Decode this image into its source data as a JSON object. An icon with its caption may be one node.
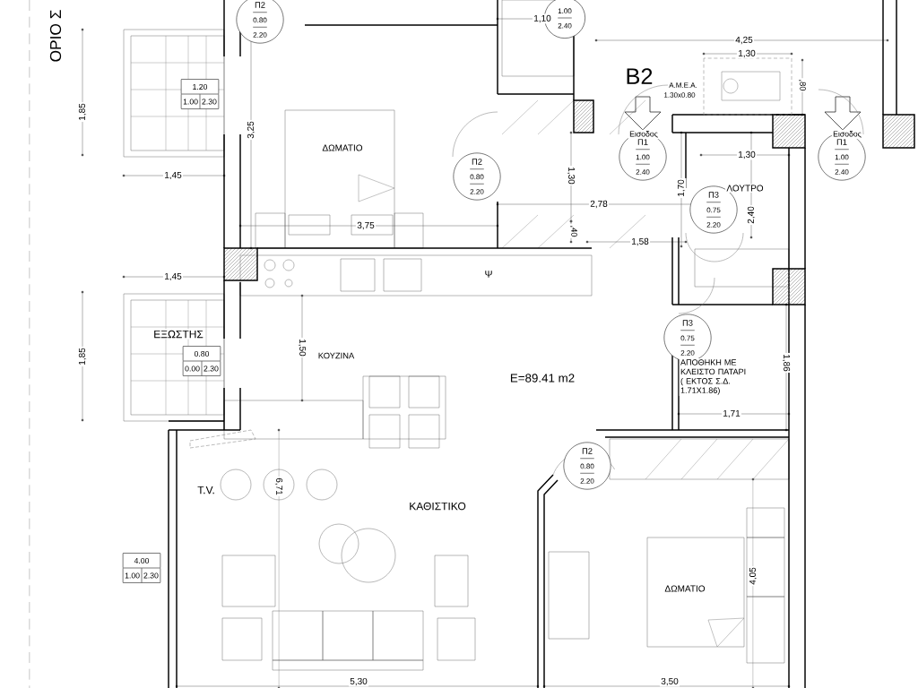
{
  "diagram": {
    "nodes": [
      {
        "text": [
          "Π2",
          "0.80",
          "2.20"
        ]
      },
      {
        "text": [
          "1.00",
          "2.40"
        ]
      },
      {
        "text": [
          "1.20",
          "1.00",
          "2.30"
        ]
      },
      {
        "text": [
          "Π1",
          "1.00",
          "2.40"
        ]
      },
      {
        "text": [
          "Π1",
          "1.00",
          "2.40"
        ]
      },
      {
        "text": [
          "Π2",
          "0.80",
          "2.20"
        ]
      },
      {
        "text": [
          "Π3",
          "0.75",
          "2.20"
        ]
      },
      {
        "text": [
          "Π3",
          "0.75",
          "2.20"
        ]
      },
      {
        "text": [
          "0.80",
          "0.00",
          "2.30"
        ]
      },
      {
        "text": [
          "Π2",
          "0.80",
          "2.20"
        ]
      },
      {
        "text": [
          "4.00",
          "1.00",
          "2.30"
        ]
      }
    ],
    "labels": [
      "ΟΡΙΟ Σ",
      "1,10",
      "4,25",
      "1,30",
      "B2",
      "Α.Μ.Ε.Α.",
      "1.30x0.80",
      ",80",
      "1,85",
      "3,25",
      "Εισοδος",
      "Εισοδος",
      "ΔΩΜΑΤΙΟ",
      "1,30",
      "1,45",
      "1,30",
      "1,70",
      "ΛΟΥΤΡΟ",
      "2,78",
      "2,40",
      "3,75",
      ",40",
      "1,58",
      "Ψ",
      "1,45",
      "ΕΞΩΣΤΗΣ",
      "1,50",
      "ΚΟΥΖΙΝΑ",
      "1,85",
      "1,86",
      "E=89.41 m2",
      "ΑΠΟΘΗΚΗ ΜΕ ΚΛΕΙΣΤΟ ΠΑΤΑΡΙ ( ΕΚΤΟΣ Σ.Δ. 1.71X1.86)",
      "1,71",
      "6,71",
      "T.V.",
      "ΚΑΘΙΣΤΙΚΟ",
      "4,05",
      "ΔΩΜΑΤΙΟ",
      "5,30",
      "3,50"
    ]
  }
}
